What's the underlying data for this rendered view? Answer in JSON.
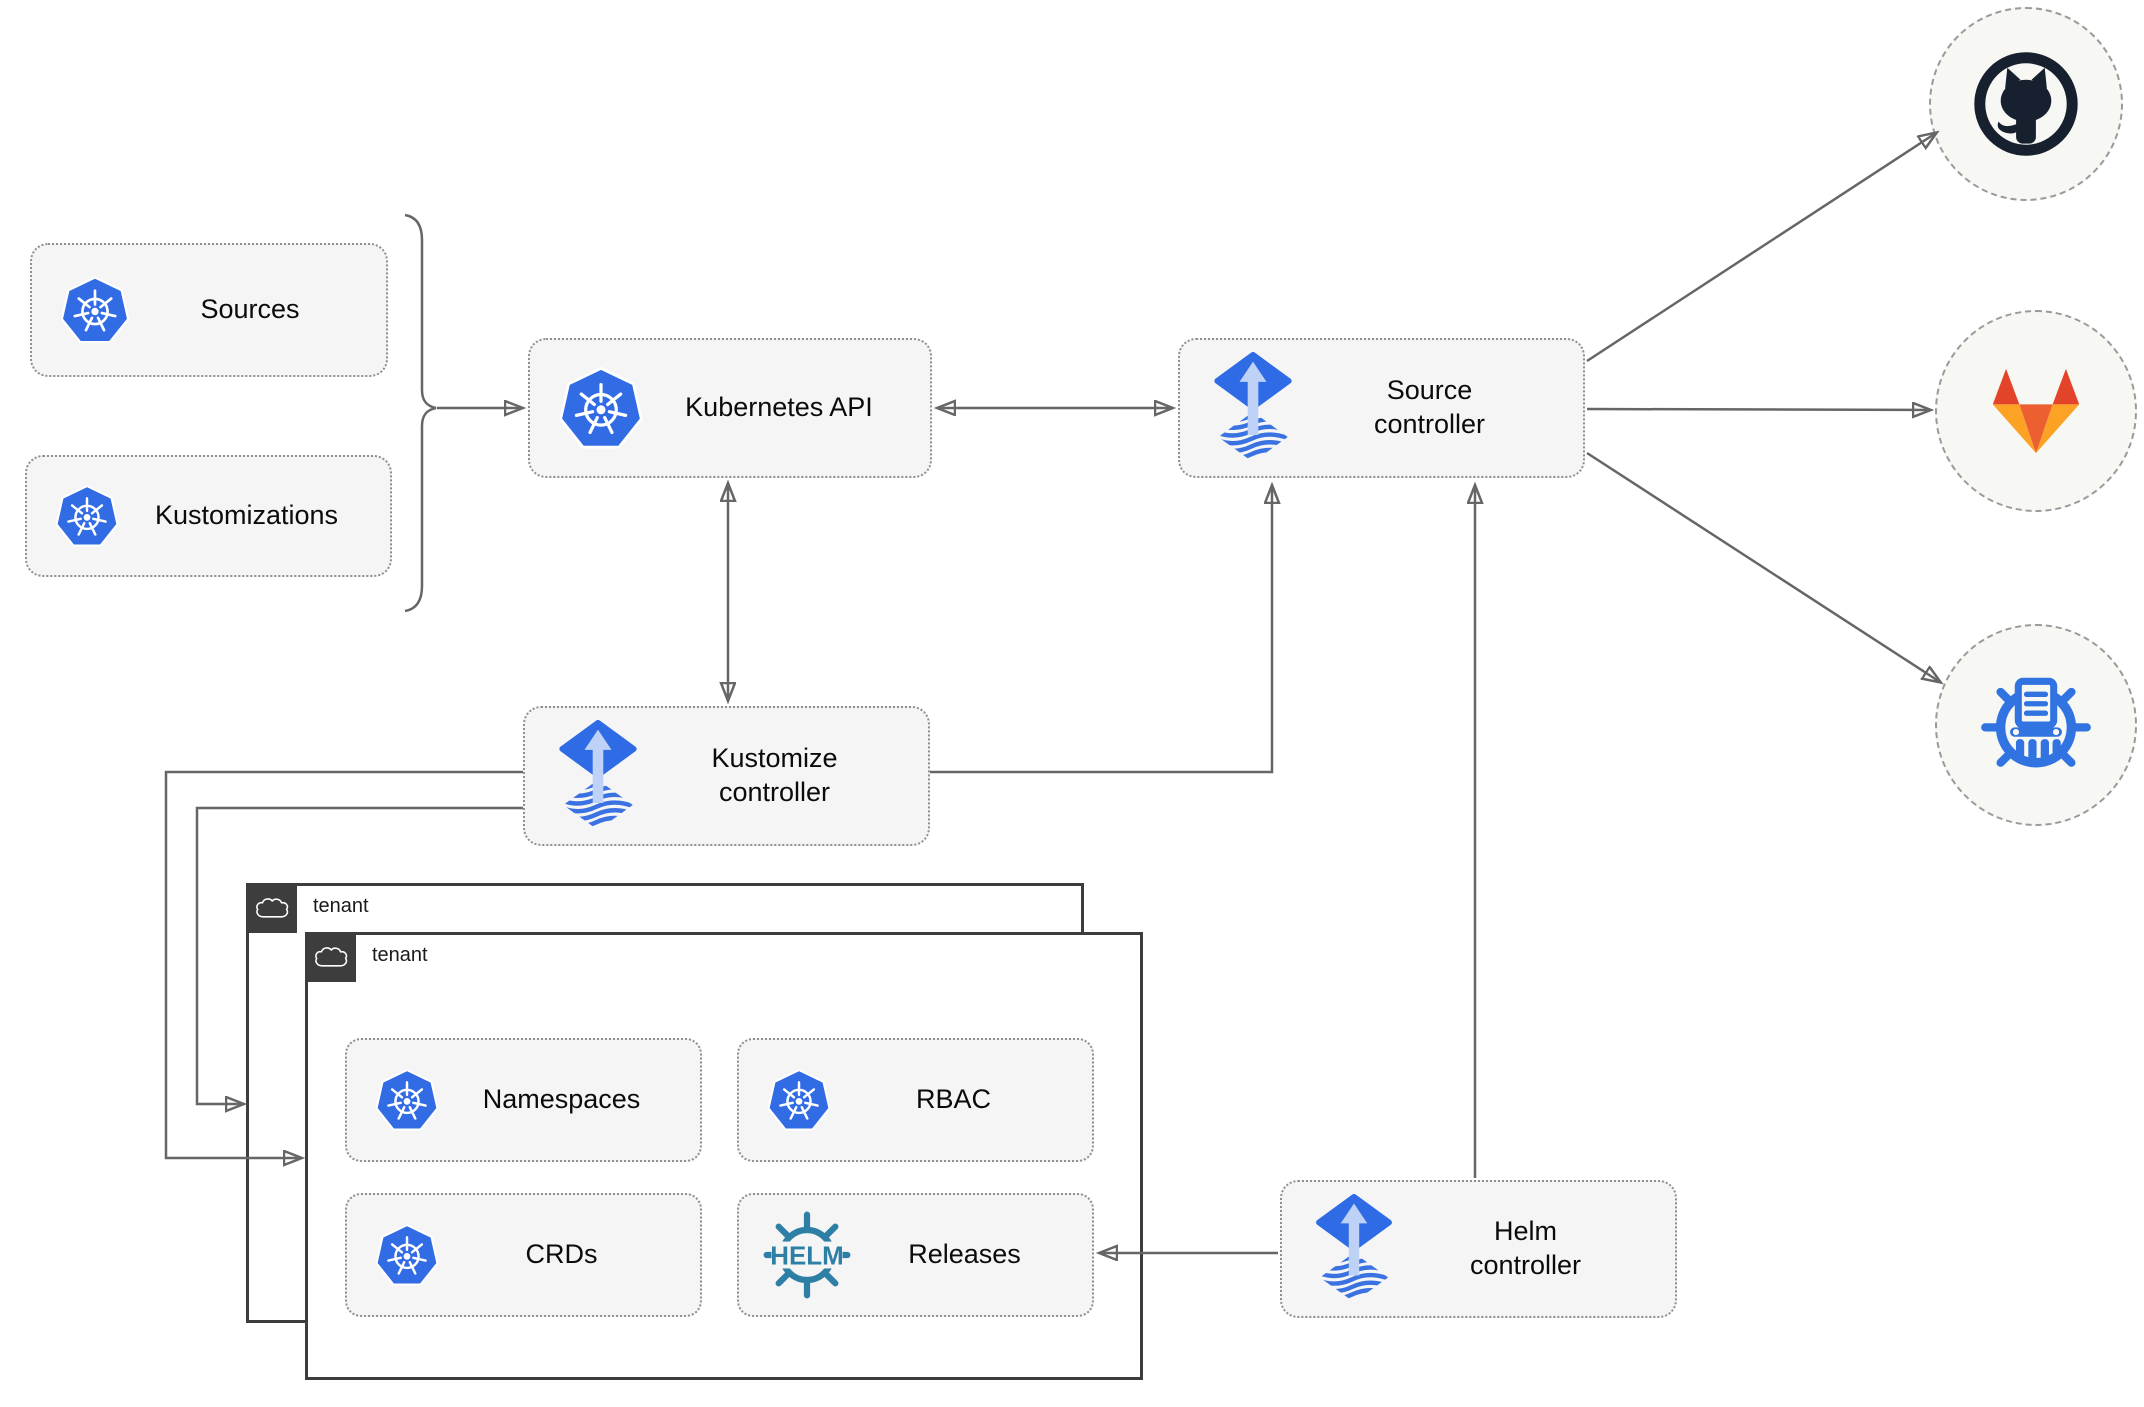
{
  "diagram": {
    "nodes": {
      "sources": {
        "label": "Sources",
        "icon": "kubernetes"
      },
      "kustomizations": {
        "label": "Kustomizations",
        "icon": "kubernetes"
      },
      "kubernetes_api": {
        "label": "Kubernetes API",
        "icon": "kubernetes"
      },
      "source_controller": {
        "label": "Source controller",
        "icon": "flux"
      },
      "kustomize_controller": {
        "label": "Kustomize controller",
        "icon": "flux"
      },
      "helm_controller": {
        "label": "Helm controller",
        "icon": "flux"
      },
      "tenant_outer": {
        "label": "tenant",
        "icon": "cloud"
      },
      "tenant_inner": {
        "label": "tenant",
        "icon": "cloud"
      },
      "namespaces": {
        "label": "Namespaces",
        "icon": "kubernetes"
      },
      "rbac": {
        "label": "RBAC",
        "icon": "kubernetes"
      },
      "crds": {
        "label": "CRDs",
        "icon": "kubernetes"
      },
      "releases": {
        "label": "Releases",
        "icon": "helm",
        "icon_text": "HELM"
      },
      "github": {
        "icon": "github-logo"
      },
      "gitlab": {
        "icon": "gitlab-logo"
      },
      "chartmuseum": {
        "icon": "chartmuseum-logo"
      }
    },
    "edges": [
      {
        "from": "sources+kustomizations",
        "to": "kubernetes_api",
        "type": "arrow"
      },
      {
        "from": "kubernetes_api",
        "to": "source_controller",
        "type": "double-arrow"
      },
      {
        "from": "kubernetes_api",
        "to": "kustomize_controller",
        "type": "double-arrow"
      },
      {
        "from": "kustomize_controller",
        "to": "source_controller",
        "type": "arrow"
      },
      {
        "from": "kustomize_controller",
        "to": "tenant_outer",
        "type": "arrow"
      },
      {
        "from": "kustomize_controller",
        "to": "tenant_inner",
        "type": "arrow"
      },
      {
        "from": "helm_controller",
        "to": "source_controller",
        "type": "arrow"
      },
      {
        "from": "helm_controller",
        "to": "releases",
        "type": "arrow"
      },
      {
        "from": "source_controller",
        "to": "github",
        "type": "arrow"
      },
      {
        "from": "source_controller",
        "to": "gitlab",
        "type": "arrow"
      },
      {
        "from": "source_controller",
        "to": "chartmuseum",
        "type": "arrow"
      }
    ],
    "colors": {
      "k8s": "#326ce5",
      "flux": "#2e6be4",
      "flux_light": "#bed1f6",
      "flux_wave": "#3a72e2",
      "helm": "#2e7fa5",
      "github": "#17202e",
      "gitlab_red": "#e24329",
      "gitlab_mid": "#ec5f31",
      "gitlab_orange": "#fca326",
      "cm": "#3273e2",
      "line": "#666666",
      "tenant": "#3d3d3d",
      "node_fill": "#f5f5f6",
      "node_border": "#8f8f8f",
      "circle_fill": "#f7f7f3"
    }
  }
}
